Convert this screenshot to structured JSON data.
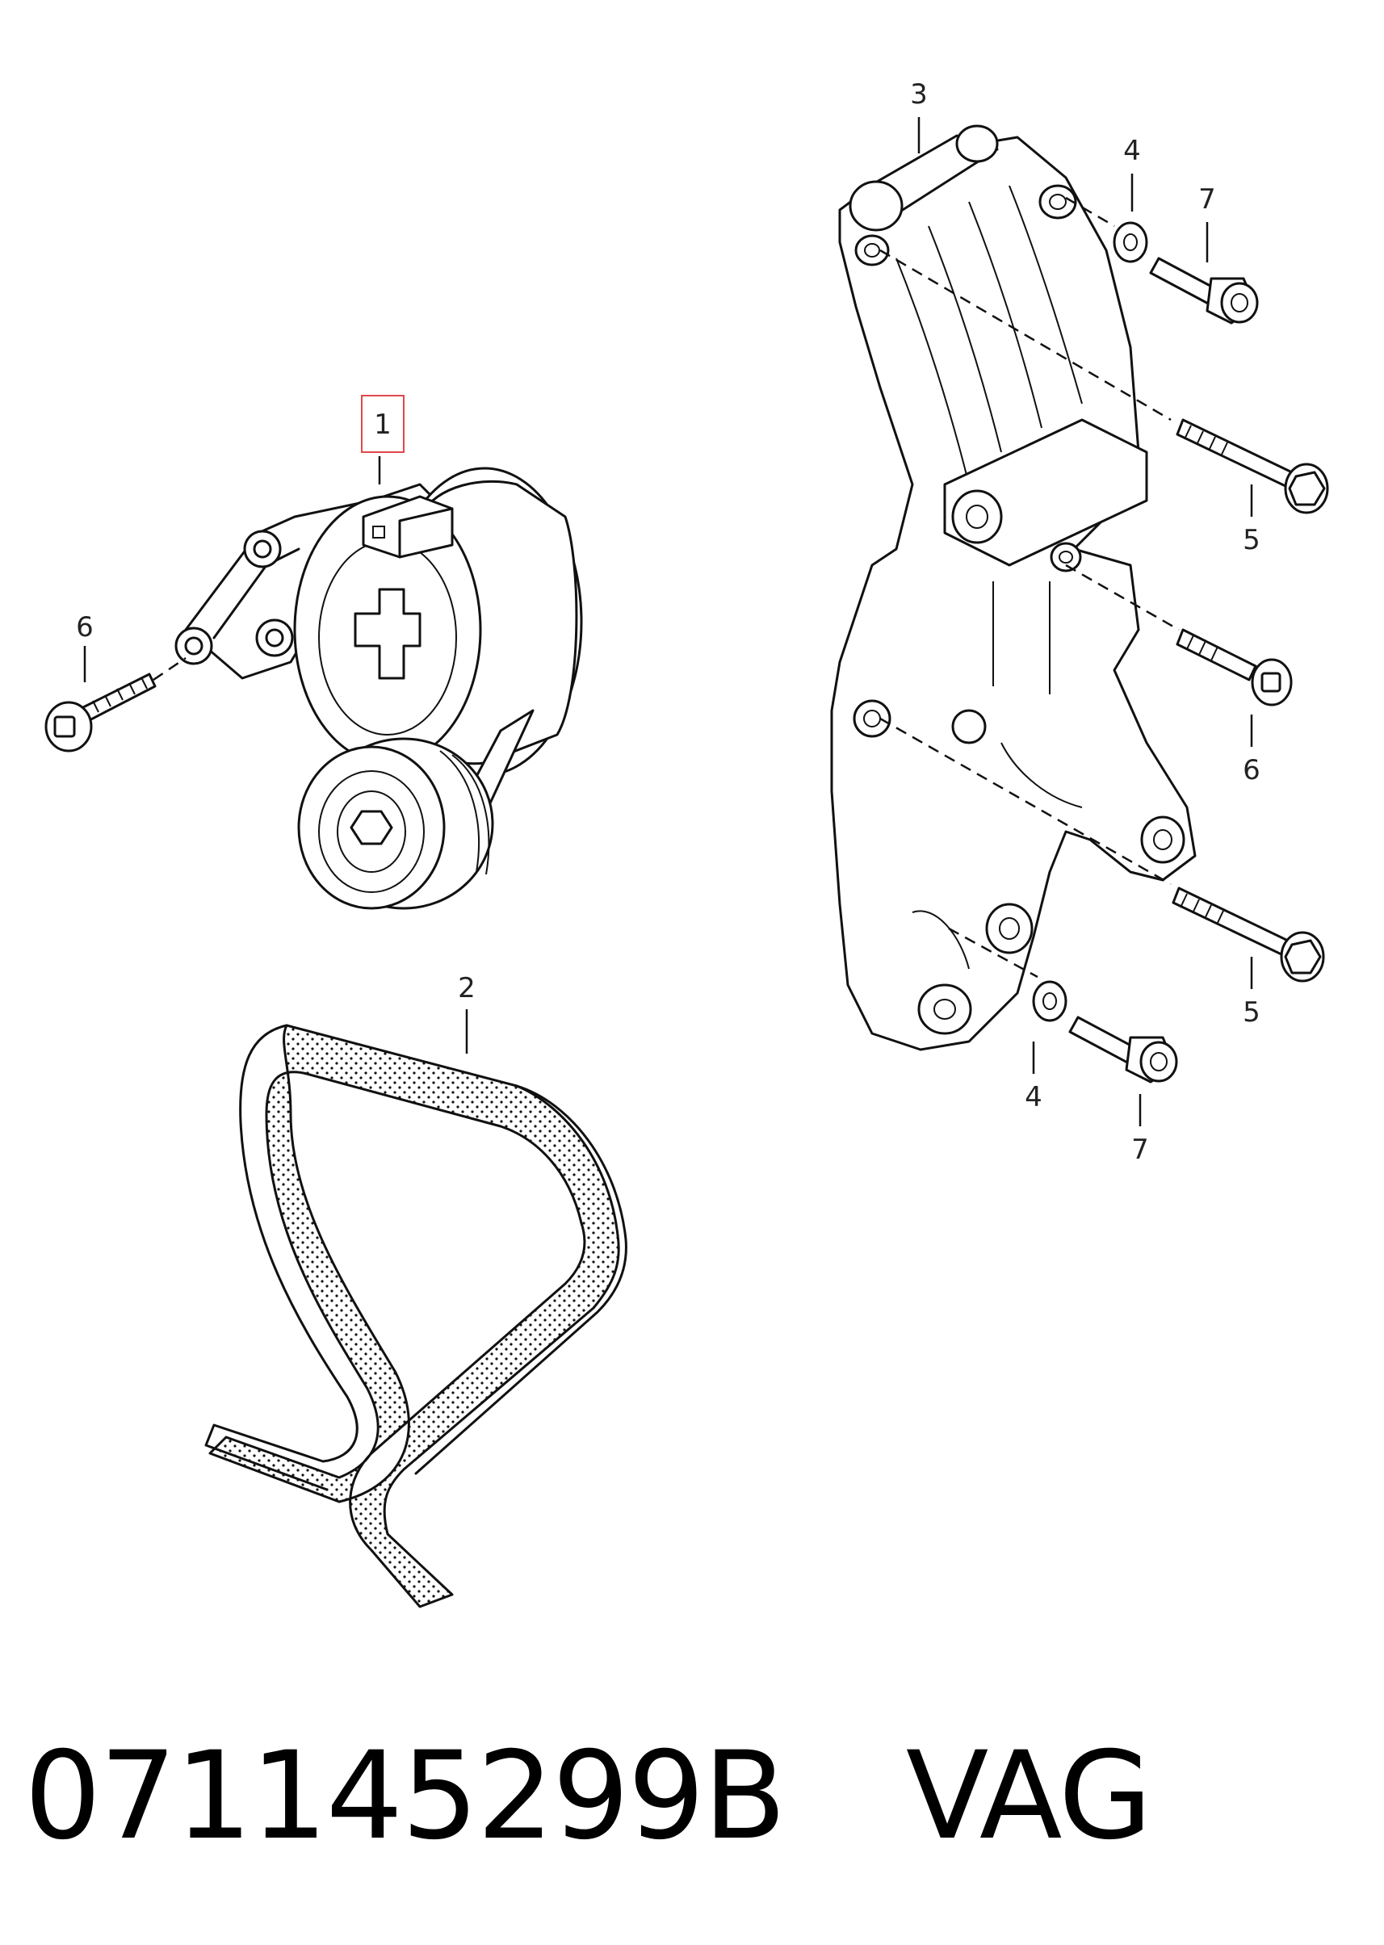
{
  "callouts": {
    "c1": "1",
    "c2": "2",
    "c3": "3",
    "c4a": "4",
    "c4b": "4",
    "c5a": "5",
    "c5b": "5",
    "c6a": "6",
    "c6b": "6",
    "c7a": "7",
    "c7b": "7"
  },
  "highlight_color": "#e0474c",
  "caption": {
    "part_number": "071145299B",
    "brand": "VAG"
  }
}
